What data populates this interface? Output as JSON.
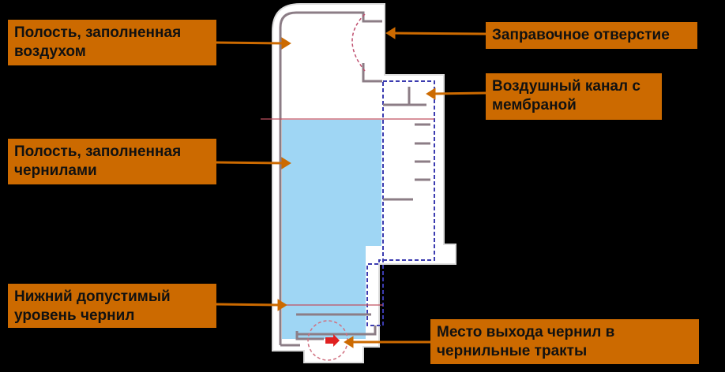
{
  "labels": {
    "air_cavity": "Полость, заполненная воздухом",
    "ink_cavity": "Полость, заполненная чернилами",
    "min_level": "Нижний допустимый уровень чернил",
    "fill_hole": "Заправочное отверстие",
    "air_channel": "Воздушный канал с мембраной",
    "ink_outlet": "Место выхода чернил в чернильные тракты"
  },
  "colors": {
    "label_bg": "#cc6a00",
    "ink": "#9fd6f4",
    "wall": "#8c7d86",
    "arrow": "#cc6a00"
  }
}
